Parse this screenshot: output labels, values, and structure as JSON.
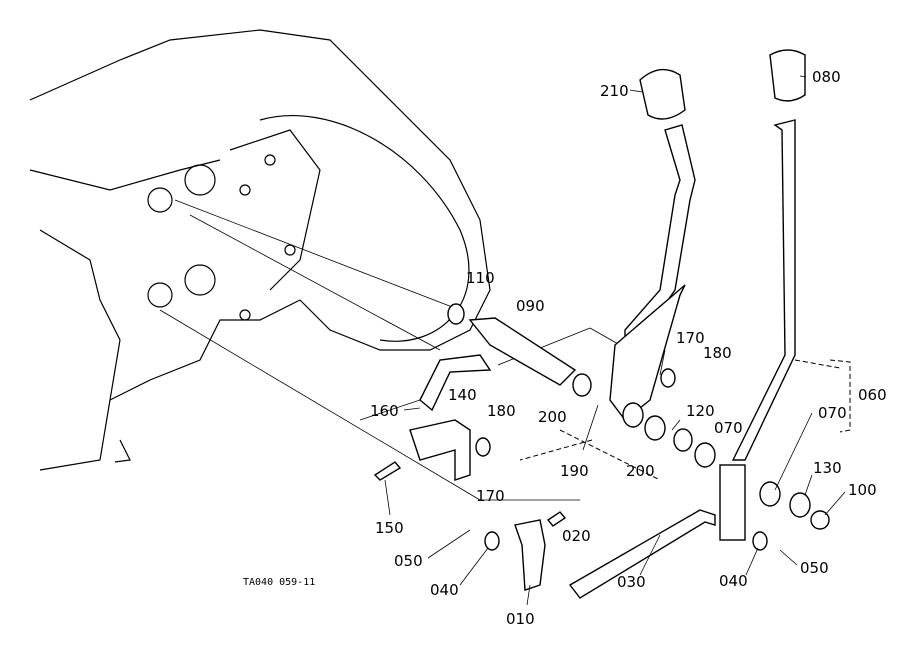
{
  "diagram": {
    "drawing_code": "TA040 059-11",
    "callouts": [
      "210",
      "080",
      "110",
      "090",
      "170",
      "180",
      "060",
      "160",
      "140",
      "180",
      "200",
      "120",
      "070",
      "070",
      "190",
      "200",
      "130",
      "100",
      "170",
      "150",
      "020",
      "050",
      "040",
      "010",
      "030",
      "040",
      "050"
    ]
  }
}
